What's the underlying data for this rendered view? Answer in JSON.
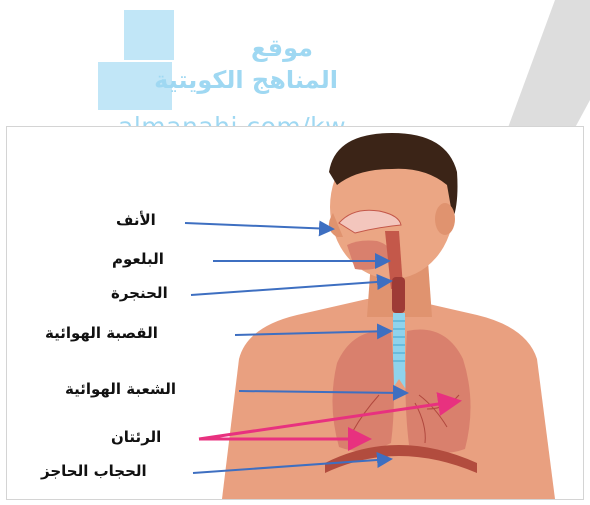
{
  "watermark": {
    "line1": "موقع",
    "line2": "المناهج الكويتية",
    "url": "almanahj.com/kw"
  },
  "labels": {
    "nose": "الأنف",
    "pharynx": "البلعوم",
    "larynx": "الحنجرة",
    "trachea": "القصبة الهوائية",
    "bronchus": "الشعبة الهوائية",
    "lungs": "الرئتان",
    "diaphragm": "الحجاب الحاجز"
  },
  "colors": {
    "arrow_blue": "#3e6fc1",
    "arrow_pink": "#e8317f",
    "skin": "#e9a080",
    "lung": "#d9806d",
    "trachea": "#8fd3ec",
    "hair": "#3b2417"
  }
}
